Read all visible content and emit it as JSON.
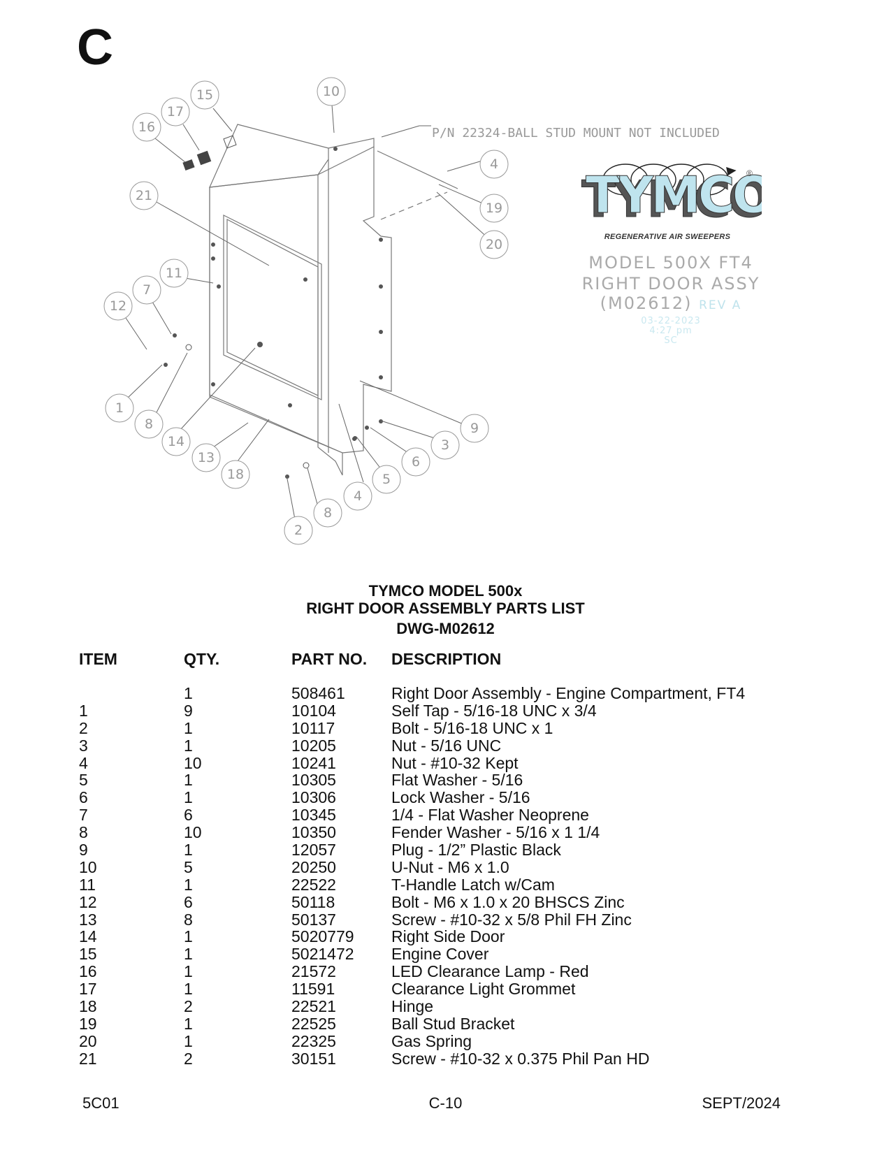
{
  "section_letter": "C",
  "drawing": {
    "note": "P/N 22324-BALL STUD MOUNT NOT INCLUDED",
    "callouts": [
      "15",
      "17",
      "16",
      "10",
      "21",
      "11",
      "7",
      "12",
      "1",
      "8",
      "14",
      "13",
      "18",
      "4",
      "19",
      "20",
      "9",
      "3",
      "6",
      "5",
      "4",
      "8",
      "2"
    ]
  },
  "logo": {
    "brand": "TYMCO",
    "registered": "®",
    "tagline": "REGENERATIVE AIR SWEEPERS",
    "colors": {
      "light": "#bfe4ee",
      "dark": "#555555"
    }
  },
  "stamp": {
    "line1": "MODEL 500X FT4",
    "line2": "RIGHT DOOR ASSY",
    "line3": "(M02612)",
    "rev": "REV A",
    "date": "03-22-2023",
    "time": "4:27 pm",
    "initials": "SC"
  },
  "title": {
    "line1": "TYMCO MODEL 500x",
    "line2": "RIGHT DOOR ASSEMBLY PARTS LIST",
    "line3": "DWG-M02612"
  },
  "table": {
    "headers": [
      "ITEM",
      "QTY.",
      "PART NO.",
      "DESCRIPTION"
    ],
    "rows": [
      [
        "",
        "1",
        "508461",
        "Right Door Assembly - Engine Compartment, FT4"
      ],
      [
        "1",
        "9",
        "10104",
        "Self Tap - 5/16-18 UNC x 3/4"
      ],
      [
        "2",
        "1",
        "10117",
        "Bolt - 5/16-18 UNC x 1"
      ],
      [
        "3",
        "1",
        "10205",
        "Nut - 5/16 UNC"
      ],
      [
        "4",
        "10",
        "10241",
        "Nut - #10-32 Kept"
      ],
      [
        "5",
        "1",
        "10305",
        "Flat Washer - 5/16"
      ],
      [
        "6",
        "1",
        "10306",
        "Lock Washer - 5/16"
      ],
      [
        "7",
        "6",
        "10345",
        "1/4 - Flat Washer Neoprene"
      ],
      [
        "8",
        "10",
        "10350",
        "Fender Washer - 5/16 x 1 1/4"
      ],
      [
        "9",
        "1",
        "12057",
        "Plug - 1/2” Plastic Black"
      ],
      [
        "10",
        "5",
        "20250",
        "U-Nut - M6 x 1.0"
      ],
      [
        "11",
        "1",
        "22522",
        "T-Handle Latch w/Cam"
      ],
      [
        "12",
        "6",
        "50118",
        "Bolt - M6 x 1.0 x 20 BHSCS Zinc"
      ],
      [
        "13",
        "8",
        "50137",
        "Screw - #10-32 x 5/8 Phil FH Zinc"
      ],
      [
        "14",
        "1",
        "5020779",
        "Right Side Door"
      ],
      [
        "15",
        "1",
        "5021472",
        "Engine Cover"
      ],
      [
        "16",
        "1",
        "21572",
        "LED Clearance Lamp - Red"
      ],
      [
        "17",
        "1",
        "11591",
        "Clearance Light Grommet"
      ],
      [
        "18",
        "2",
        "22521",
        "Hinge"
      ],
      [
        "19",
        "1",
        "22525",
        "Ball Stud Bracket"
      ],
      [
        "20",
        "1",
        "22325",
        "Gas Spring"
      ],
      [
        "21",
        "2",
        "30151",
        "Screw - #10-32 x 0.375 Phil Pan HD"
      ]
    ]
  },
  "footer": {
    "left": "5C01",
    "center": "C-10",
    "right": "SEPT/2024"
  }
}
